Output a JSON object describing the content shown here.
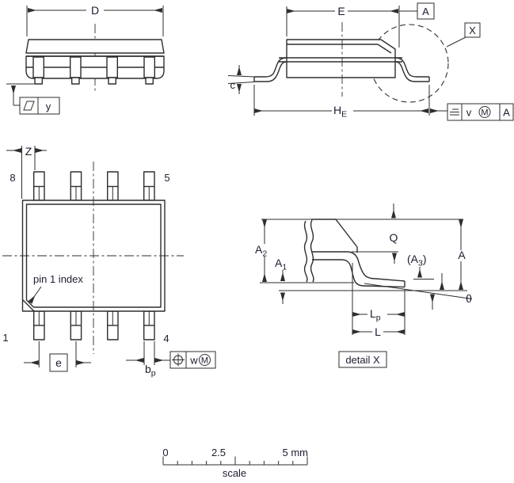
{
  "drawing": {
    "side_view": {
      "dim_d": "D",
      "flatness_value": "y"
    },
    "end_view": {
      "dim_e": "E",
      "datum_label": "A",
      "detail_ref": "X",
      "dim_c": "c",
      "he_main": "H",
      "he_sub": "E",
      "fcf_tolerance": "v",
      "fcf_modifier": "M",
      "fcf_datum": "A"
    },
    "top_view": {
      "dim_z": "Z",
      "pin_8": "8",
      "pin_5": "5",
      "pin_1": "1",
      "pin_4": "4",
      "pin1_index_label": "pin 1 index",
      "dim_pitch": "e",
      "bp_main": "b",
      "bp_sub": "p",
      "fcf_tolerance": "w",
      "fcf_modifier": "M"
    },
    "detail_x": {
      "a2_main": "A",
      "a2_sub": "2",
      "a1_main": "A",
      "a1_sub": "1",
      "dim_q": "Q",
      "a3_pre": "(A",
      "a3_sub": "3",
      "a3_post": ")",
      "dim_a": "A",
      "dim_theta": "θ",
      "lp_main": "L",
      "lp_sub": "p",
      "dim_l": "L",
      "caption": "detail X"
    },
    "scale_bar": {
      "tick_start": "0",
      "tick_mid": "2.5",
      "tick_end": "5 mm",
      "label": "scale"
    }
  }
}
